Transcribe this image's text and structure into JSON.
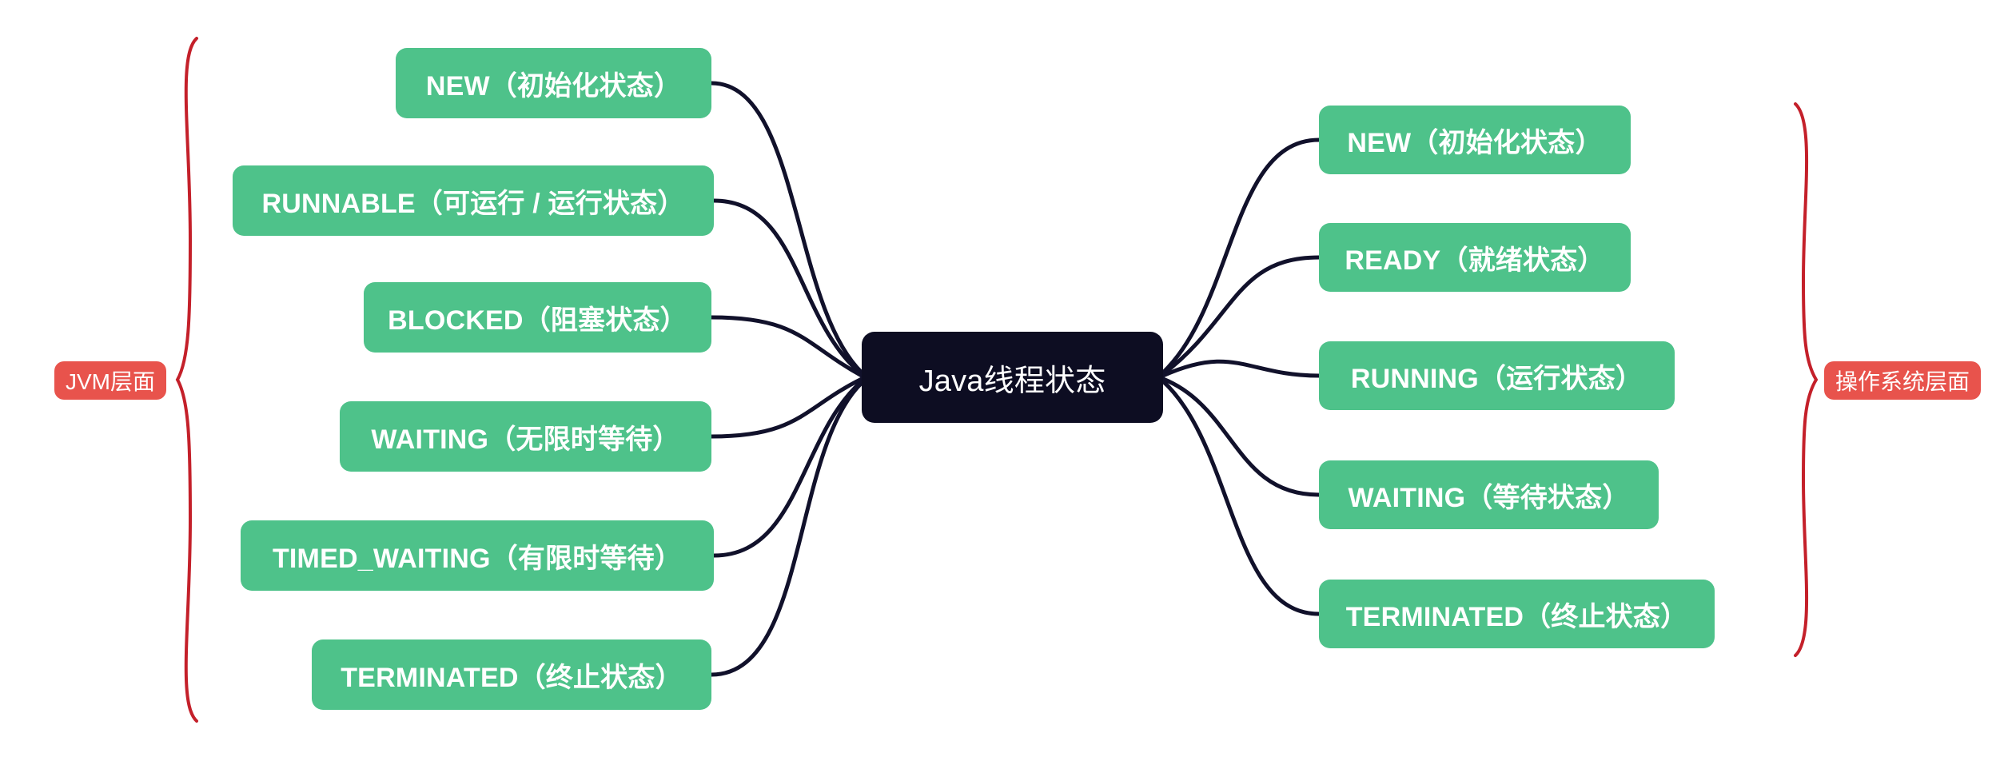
{
  "diagram": {
    "type": "mindmap",
    "root": {
      "label": "Java线程状态",
      "color": "#0d0d22",
      "text_color": "#ffffff"
    },
    "node_color": "#4ec28a",
    "label_color": "#e8534c",
    "edge_color": "#11112b",
    "brace_color": "#c4202a",
    "background": "#ffffff",
    "left_group": {
      "layer_label": "JVM层面",
      "items": [
        {
          "label": "NEW（初始化状态）"
        },
        {
          "label": "RUNNABLE（可运行 / 运行状态）"
        },
        {
          "label": "BLOCKED（阻塞状态）"
        },
        {
          "label": "WAITING（无限时等待）"
        },
        {
          "label": "TIMED_WAITING（有限时等待）"
        },
        {
          "label": "TERMINATED（终止状态）"
        }
      ]
    },
    "right_group": {
      "layer_label": "操作系统层面",
      "items": [
        {
          "label": "NEW（初始化状态）"
        },
        {
          "label": "READY（就绪状态）"
        },
        {
          "label": "RUNNING（运行状态）"
        },
        {
          "label": "WAITING（等待状态）"
        },
        {
          "label": "TERMINATED（终止状态）"
        }
      ]
    }
  }
}
